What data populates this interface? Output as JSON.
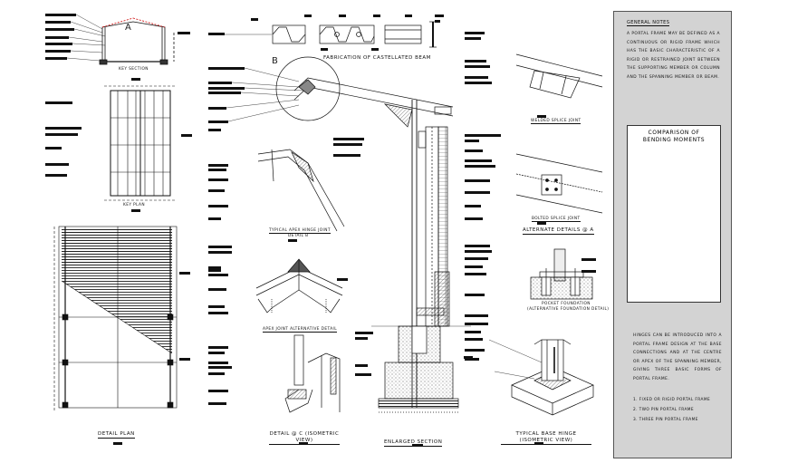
{
  "markers": {
    "a": "A",
    "b": "B"
  },
  "captions": {
    "key_section": "KEY SECTION",
    "key_plan": "KEY PLAN",
    "detail_plan": "DETAIL PLAN",
    "fabrication": "FABRICATION OF CASTELLATED BEAM",
    "typical_apex": "TYPICAL APEX HINGE JOINT",
    "typical_apex_sub": "DETAIL B",
    "apex_alternative": "APEX JOINT ALTERNATIVE DETAIL",
    "detail_c": "DETAIL @ C (ISOMETRIC VIEW)",
    "enlarged_section": "ENLARGED SECTION",
    "typical_base": "TYPICAL BASE HINGE (ISOMETRIC VIEW)",
    "welded_splice": "WELDED SPLICE JOINT",
    "bolted_splice": "BOLTED SPLICE JOINT",
    "alternate_details": "ALTERNATE DETAILS @ A",
    "pocket_foundation": "POCKET FOUNDATION",
    "pocket_foundation_sub": "(ALTERNATIVE FOUNDATION DETAIL)"
  },
  "notes": {
    "title": "GENERAL NOTES",
    "paragraph": "A PORTAL FRAME MAY BE DEFINED AS A CONTINUOUS OR RIGID FRAME WHICH HAS THE BASIC CHARACTERISTIC OF A RIGID OR RESTRAINED JOINT BETWEEN THE SUPPORTING MEMBER OR COLUMN AND THE SPANNING MEMBER OR BEAM.",
    "comparison_title_1": "COMPARISON OF",
    "comparison_title_2": "BENDING MOMENTS",
    "hinges_paragraph": "HINGES CAN BE INTRODUCED INTO A PORTAL FRAME DESIGN AT THE BASE CONNECTIONS AND AT THE CENTRE OR APEX OF THE SPANNING MEMBER, GIVING THREE BASIC FORMS OF PORTAL FRAME.",
    "list": [
      "1. FIXED OR RIGID PORTAL FRAME",
      "2. TWO PIN PORTAL FRAME",
      "3. THREE PIN PORTAL FRAME"
    ]
  }
}
